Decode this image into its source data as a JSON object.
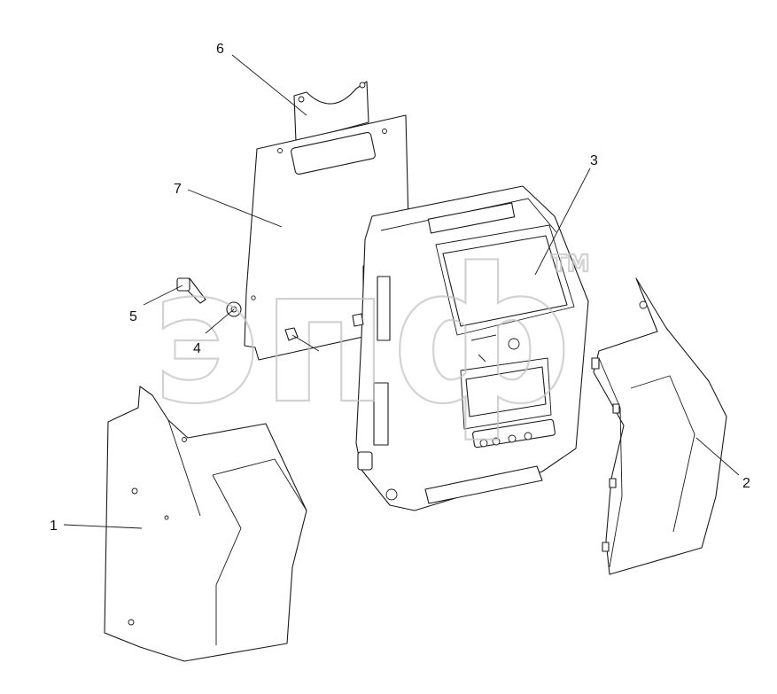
{
  "diagram": {
    "callouts": [
      {
        "id": "1",
        "label": "1"
      },
      {
        "id": "2",
        "label": "2"
      },
      {
        "id": "3",
        "label": "3"
      },
      {
        "id": "4",
        "label": "4"
      },
      {
        "id": "5",
        "label": "5"
      },
      {
        "id": "6",
        "label": "6"
      },
      {
        "id": "7",
        "label": "7"
      }
    ]
  },
  "watermark": {
    "text": "эпф",
    "tm": "TM"
  },
  "colors": {
    "line": "#1a1a1a",
    "watermark": "#c4c4c4",
    "background": "#ffffff"
  }
}
